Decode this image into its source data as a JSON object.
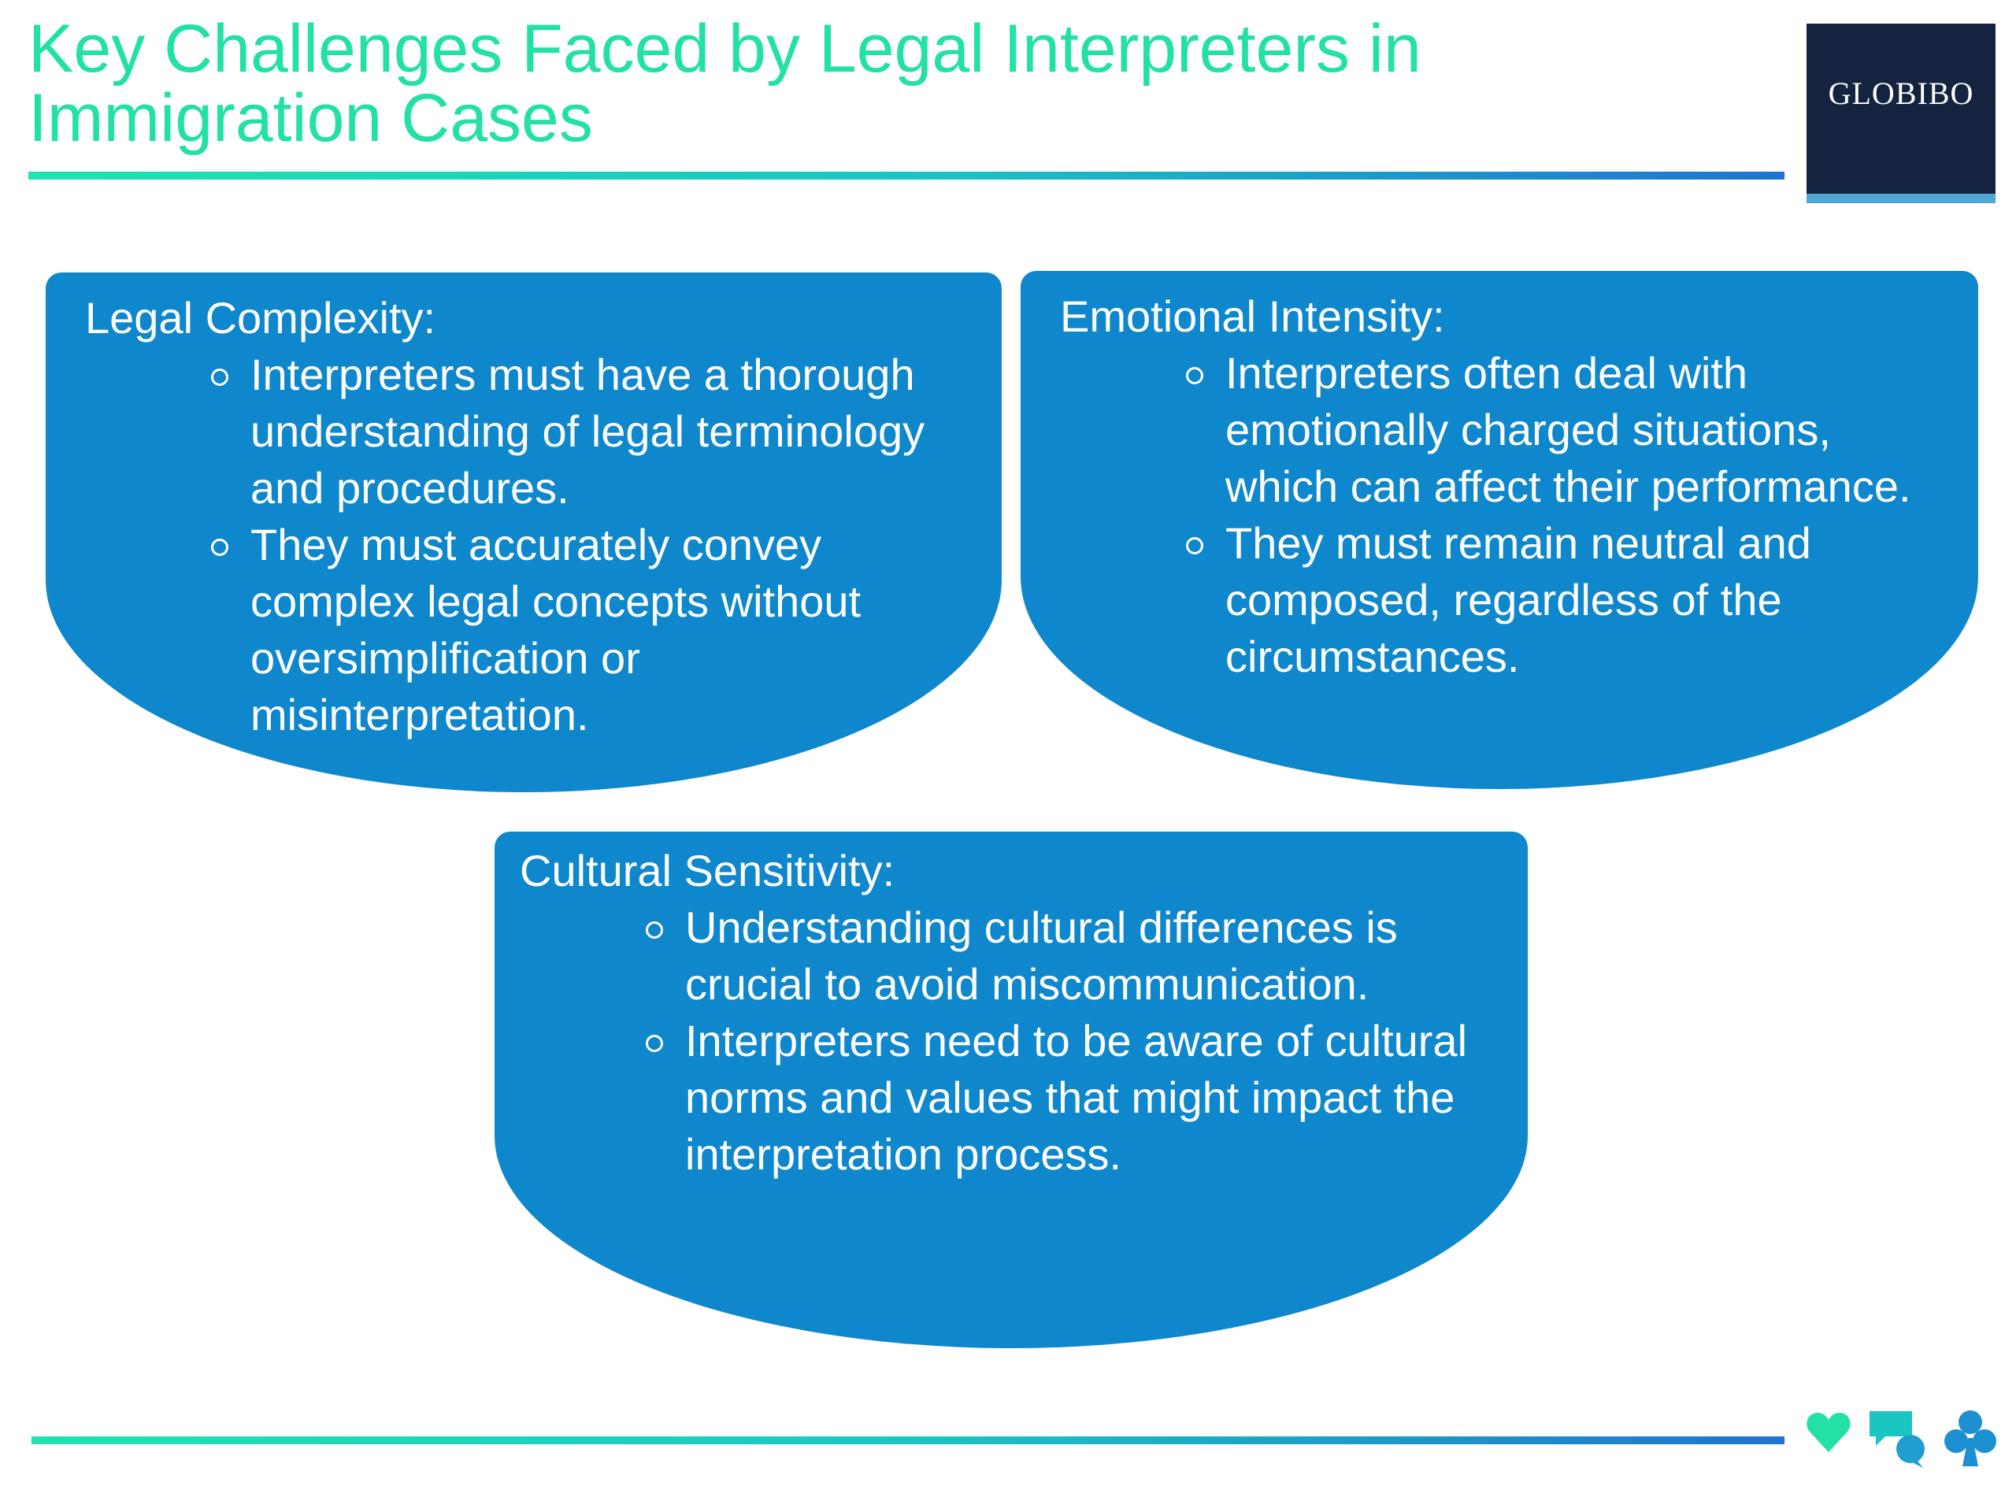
{
  "title": "Key Challenges Faced by Legal Interpreters in Immigration Cases",
  "logo": {
    "text": "GLOBIBO",
    "background": "#14233f",
    "accent": "#4ea7d3"
  },
  "colors": {
    "title": "#22e0a6",
    "card": "#0e87cc",
    "rule_start": "#1fe3b0",
    "rule_end": "#1f73cf"
  },
  "cards": [
    {
      "heading": "Legal Complexity:",
      "bullets": [
        "Interpreters must have a thorough understanding of legal terminology and procedures.",
        "They must accurately convey complex legal concepts without oversimplification or misinterpretation."
      ]
    },
    {
      "heading": "Emotional Intensity:",
      "bullets": [
        "Interpreters often deal with emotionally charged situations, which can affect their performance.",
        "They must remain neutral and composed, regardless of the circumstances."
      ]
    },
    {
      "heading": "Cultural Sensitivity:",
      "bullets": [
        "Understanding cultural differences is crucial to avoid miscommunication.",
        "Interpreters need to be aware of cultural norms and values that might impact the interpretation process."
      ]
    }
  ],
  "footer_icons": [
    "heart-icon",
    "chat-bubbles-icon",
    "club-icon"
  ]
}
